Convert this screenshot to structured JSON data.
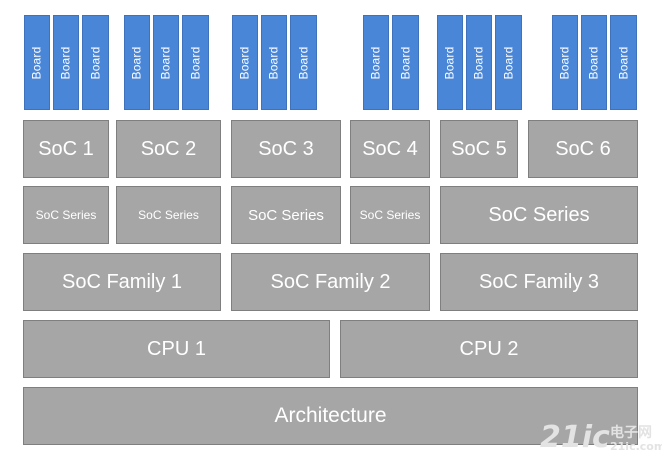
{
  "layers": {
    "architecture": "Architecture",
    "cpus": [
      "CPU 1",
      "CPU 2"
    ],
    "families": [
      "SoC Family 1",
      "SoC Family 2",
      "SoC Family 3"
    ],
    "series": [
      "SoC Series",
      "SoC Series",
      "SoC Series",
      "SoC Series",
      "SoC Series"
    ],
    "socs": [
      "SoC 1",
      "SoC 2",
      "SoC 3",
      "SoC 4",
      "SoC 5",
      "SoC 6"
    ],
    "board_label": "Board"
  },
  "watermark": {
    "number": "21ic",
    "chinese": "电子网",
    "url": "21ic.com"
  },
  "colors": {
    "block_gray": "#a6a6a6",
    "board_blue": "#4a86d8",
    "text": "#ffffff"
  }
}
